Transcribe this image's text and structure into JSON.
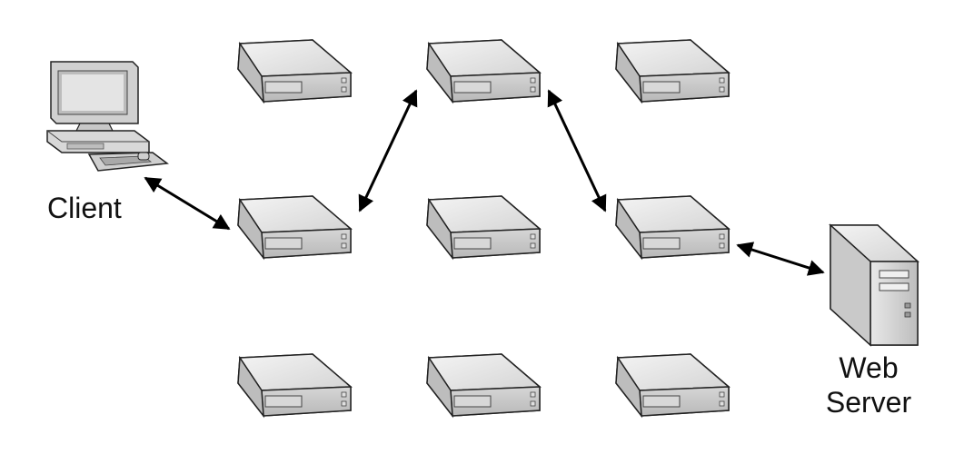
{
  "labels": {
    "client": "Client",
    "web_server_line1": "Web",
    "web_server_line2": "Server"
  },
  "nodes": {
    "relays": [
      {
        "id": "relay-r1c1",
        "row": 1,
        "col": 1,
        "on_path": false
      },
      {
        "id": "relay-r1c2",
        "row": 1,
        "col": 2,
        "on_path": true
      },
      {
        "id": "relay-r1c3",
        "row": 1,
        "col": 3,
        "on_path": false
      },
      {
        "id": "relay-r2c1",
        "row": 2,
        "col": 1,
        "on_path": true
      },
      {
        "id": "relay-r2c2",
        "row": 2,
        "col": 2,
        "on_path": false
      },
      {
        "id": "relay-r2c3",
        "row": 2,
        "col": 3,
        "on_path": true
      },
      {
        "id": "relay-r3c1",
        "row": 3,
        "col": 1,
        "on_path": false
      },
      {
        "id": "relay-r3c2",
        "row": 3,
        "col": 2,
        "on_path": false
      },
      {
        "id": "relay-r3c3",
        "row": 3,
        "col": 3,
        "on_path": false
      }
    ]
  },
  "connections": [
    {
      "from": "client",
      "to": "relay-r2c1",
      "bidirectional": true
    },
    {
      "from": "relay-r2c1",
      "to": "relay-r1c2",
      "bidirectional": true
    },
    {
      "from": "relay-r1c2",
      "to": "relay-r2c3",
      "bidirectional": true
    },
    {
      "from": "relay-r2c3",
      "to": "web-server",
      "bidirectional": true
    }
  ],
  "colors": {
    "device_face": "#d9d9d9",
    "device_top": "#eeeeee",
    "device_front": "#c4c4c4",
    "outline": "#222222",
    "arrow": "#000000"
  }
}
